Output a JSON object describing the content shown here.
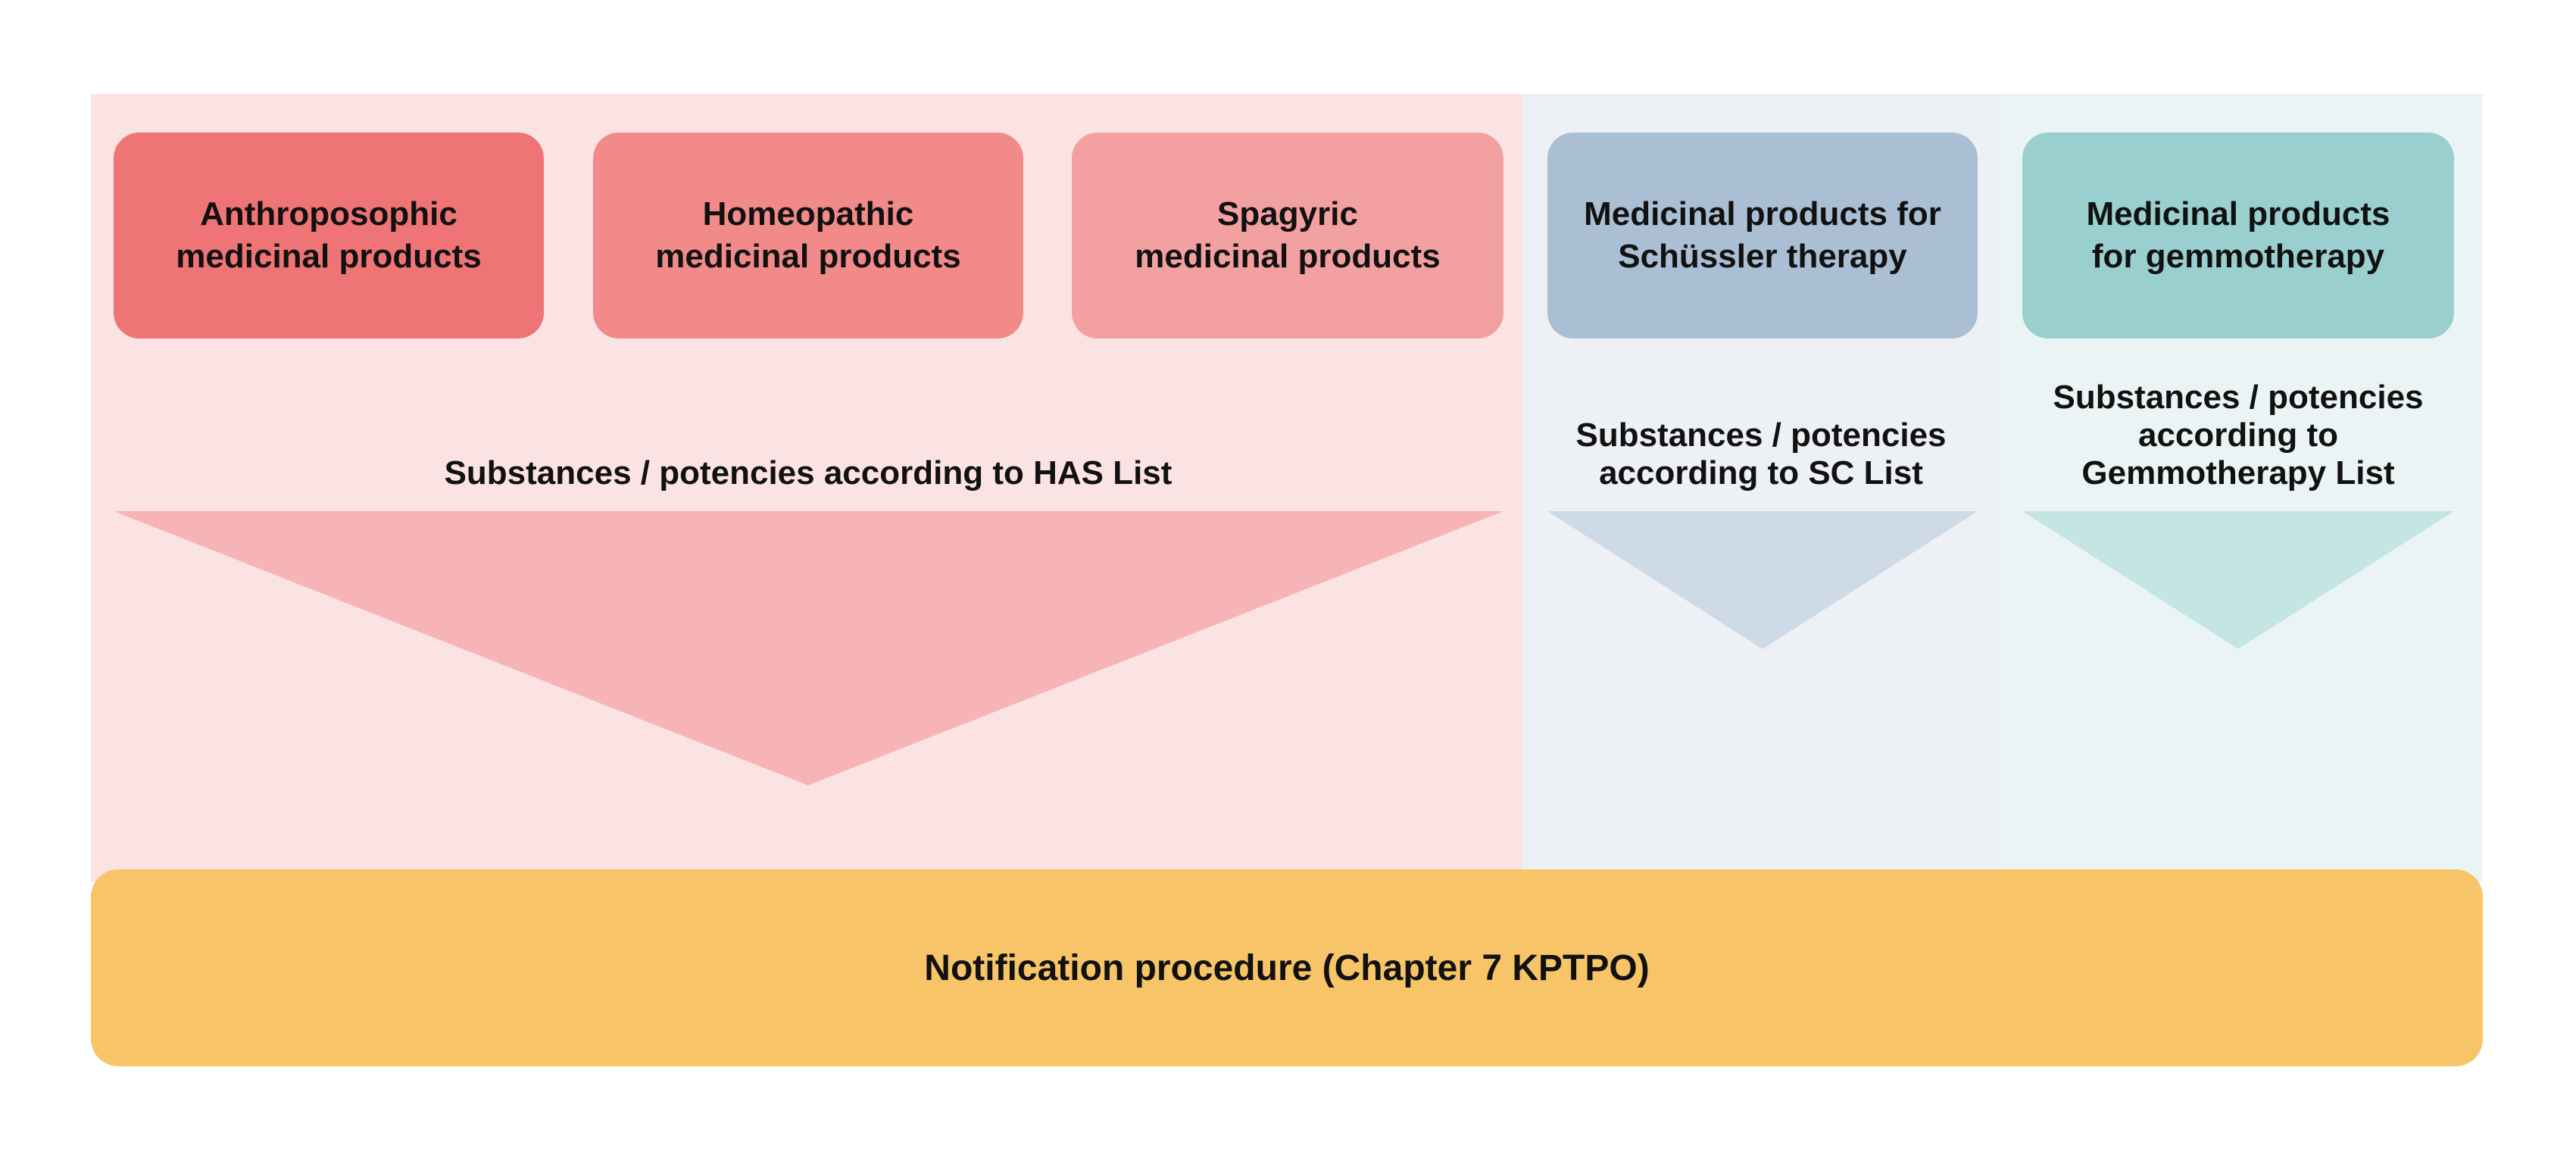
{
  "colors": {
    "panel_has": "#fbe3e4",
    "panel_sc": "#edf0f5",
    "panel_gem": "#ebf4f4",
    "box_anthro": "#ef7475",
    "box_homeo": "#f28a8a",
    "box_spag": "#f3a0a1",
    "box_sch": "#aabfd4",
    "box_gem": "#9acfcf",
    "arrow_has": "#f6b4b7",
    "arrow_sc": "#cedae6",
    "arrow_gem": "#c4e5e3",
    "notification": "#f7c567"
  },
  "boxes": {
    "anthroposophic": "Anthroposophic\nmedicinal products",
    "homeopathic": "Homeopathic\nmedicinal products",
    "spagyric": "Spagyric\nmedicinal products",
    "schuessler": "Medicinal products for\nSchüssler therapy",
    "gemmotherapy": "Medicinal products\nfor gemmotherapy"
  },
  "captions": {
    "has": "Substances / potencies according to HAS List",
    "sc": "Substances / potencies\naccording to SC List",
    "gem": "Substances / potencies\naccording to\nGemmotherapy List"
  },
  "notification": "Notification procedure (Chapter 7 KPTPO)"
}
